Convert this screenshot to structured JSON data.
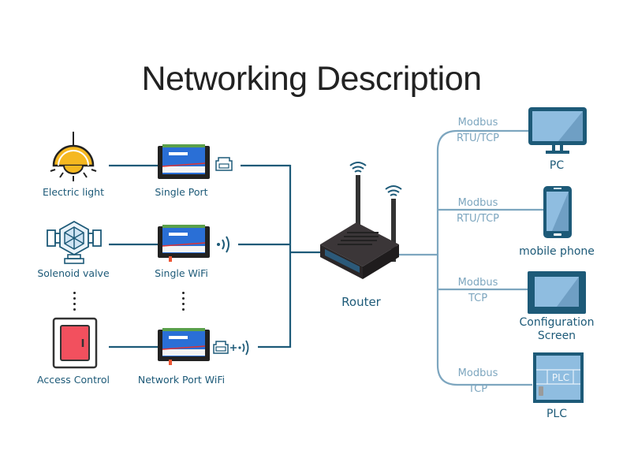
{
  "title": "Networking Description",
  "left_devices": [
    {
      "label": "Electric light",
      "icon": "ceiling-lamp-icon"
    },
    {
      "label": "Solenoid valve",
      "icon": "solenoid-valve-icon"
    },
    {
      "label": "Access Control",
      "icon": "door-icon"
    }
  ],
  "controllers": [
    {
      "label": "Single Port",
      "link_icon": "ethernet-port-icon"
    },
    {
      "label": "Single WiFi",
      "link_icon": "wifi-signal-icon"
    },
    {
      "label": "Network Port WiFi",
      "link_icon": "ethernet-plus-wifi-icon",
      "link_text": "+"
    }
  ],
  "router": {
    "label": "Router"
  },
  "right_devices": [
    {
      "label": "PC",
      "protocol": [
        "Modbus",
        "RTU/TCP"
      ],
      "icon": "monitor-icon"
    },
    {
      "label": "mobile phone",
      "protocol": [
        "Modbus",
        "RTU/TCP"
      ],
      "icon": "smartphone-icon"
    },
    {
      "label": "Configuration Screen",
      "label_lines": [
        "Configuration",
        "Screen"
      ],
      "protocol": [
        "Modbus",
        "TCP"
      ],
      "icon": "touch-screen-icon"
    },
    {
      "label": "PLC",
      "protocol": [
        "Modbus",
        "TCP"
      ],
      "icon": "plc-icon",
      "badge": "PLC"
    }
  ],
  "colors": {
    "left_wire": "#1d5a78",
    "right_wire": "#7da6bf",
    "icon_dark": "#1d5a78",
    "icon_light": "#8fbde0",
    "lamp_yellow": "#f5b820",
    "door_red": "#f2505e"
  }
}
